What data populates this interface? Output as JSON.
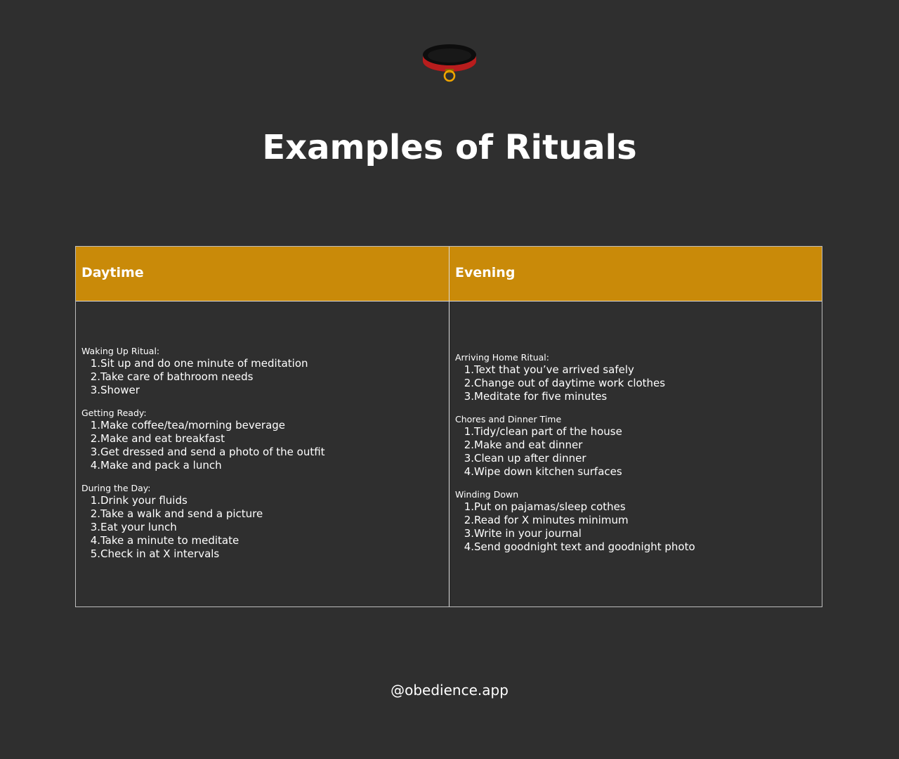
{
  "title": "Examples of Rituals",
  "footer": "@obedience.app",
  "colors": {
    "background": "#2f2f2f",
    "header": "#c98a09",
    "collar_red": "#b81d1d",
    "ring": "#f0a500"
  },
  "logo_icon": "collar-icon",
  "table": {
    "headers": [
      "Daytime",
      "Evening"
    ],
    "daytime": [
      {
        "title": "Waking Up Ritual:",
        "items": [
          {
            "num": "1.",
            "text": "Sit up and do one minute of meditation"
          },
          {
            "num": "2.",
            "text": "Take care of bathroom needs"
          },
          {
            "num": "3.",
            "text": "Shower"
          }
        ]
      },
      {
        "title": "Getting Ready:",
        "items": [
          {
            "num": "1.",
            "text": "Make coffee/tea/morning beverage"
          },
          {
            "num": "2.",
            "text": "Make and eat breakfast"
          },
          {
            "num": "3.",
            "text": "Get dressed and send a photo of the outfit"
          },
          {
            "num": "4.",
            "text": "Make and pack a lunch"
          }
        ]
      },
      {
        "title": "During the Day:",
        "items": [
          {
            "num": "1.",
            "text": "Drink your fluids"
          },
          {
            "num": "2.",
            "text": "Take a walk and send a picture"
          },
          {
            "num": "3.",
            "text": "Eat your lunch"
          },
          {
            "num": "4.",
            "text": "Take a minute to meditate"
          },
          {
            "num": "5.",
            "text": "Check in at X intervals"
          }
        ]
      }
    ],
    "evening": [
      {
        "title": "Arriving Home Ritual:",
        "items": [
          {
            "num": "1.",
            "text": "Text that you’ve arrived safely"
          },
          {
            "num": "2.",
            "text": "Change out of daytime work clothes"
          },
          {
            "num": "3.",
            "text": "Meditate for five minutes"
          }
        ]
      },
      {
        "title": "Chores and Dinner Time",
        "items": [
          {
            "num": "1.",
            "text": "Tidy/clean part of the house"
          },
          {
            "num": "2.",
            "text": "Make and eat dinner"
          },
          {
            "num": "3.",
            "text": "Clean up after dinner"
          },
          {
            "num": "4.",
            "text": "Wipe down kitchen surfaces"
          }
        ]
      },
      {
        "title": "Winding Down",
        "items": [
          {
            "num": "1.",
            "text": "Put on pajamas/sleep cothes"
          },
          {
            "num": "2.",
            "text": "Read for X minutes minimum"
          },
          {
            "num": "3.",
            "text": "Write in your journal"
          },
          {
            "num": "4.",
            "text": "Send goodnight text and goodnight photo"
          }
        ]
      }
    ]
  }
}
